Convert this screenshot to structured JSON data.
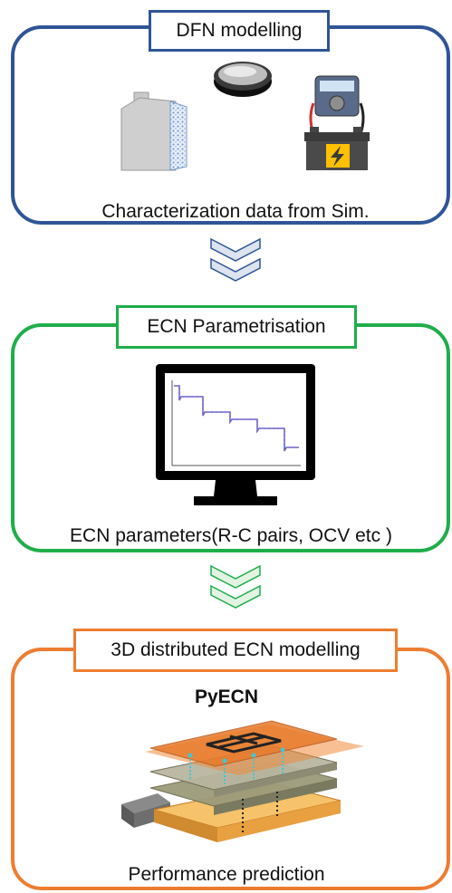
{
  "stages": [
    {
      "title": "DFN modelling",
      "caption": "Characterization data from Sim.",
      "color": "#2f5597"
    },
    {
      "title": "ECN Parametrisation",
      "caption": "ECN parameters(R-C pairs, OCV etc )",
      "color": "#1fae4a"
    },
    {
      "title": "3D distributed ECN modelling",
      "subtitle": "PyECN",
      "caption": "Performance prediction",
      "color": "#ed7d31"
    }
  ],
  "arrows": [
    {
      "color": "#dde3ef",
      "stroke": "#2f5597"
    },
    {
      "color": "#e3f3e3",
      "stroke": "#1fae4a"
    }
  ],
  "icons": [
    "pouch-cell-icon",
    "coin-cell-icon",
    "battery-multimeter-icon",
    "monitor-plot-icon",
    "pyecn-3d-model-icon"
  ]
}
